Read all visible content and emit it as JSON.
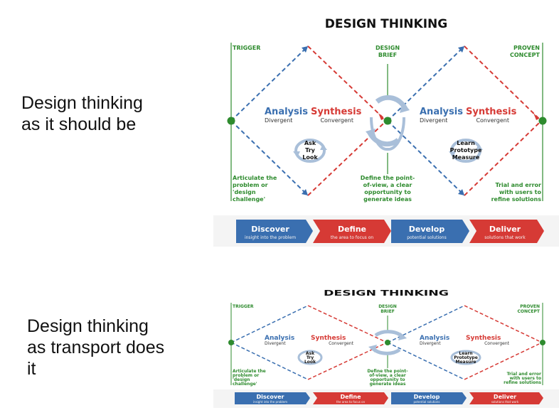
{
  "captions": {
    "top": [
      "Design thinking",
      "as it should be"
    ],
    "bottom": [
      "Design thinking",
      "as transport does",
      "it"
    ]
  },
  "diagram": {
    "title": "DESIGN THINKING",
    "trigger": "TRIGGER",
    "brief": [
      "DESIGN",
      "BRIEF"
    ],
    "proven": [
      "PROVEN",
      "CONCEPT"
    ],
    "analysis": "Analysis",
    "synthesis": "Synthesis",
    "divergent": "Divergent",
    "convergent": "Convergent",
    "cycle1": [
      "Ask",
      "Try",
      "Look"
    ],
    "cycle2": [
      "Learn",
      "Prototype",
      "Measure"
    ],
    "note_left": [
      "Articulate the",
      "problem or",
      "'design",
      "challenge'"
    ],
    "note_center": [
      "Define the point-",
      "of-view, a clear",
      "opportunity to",
      "generate ideas"
    ],
    "note_right": [
      "Trial and error",
      "with users to",
      "refine solutions"
    ],
    "phases": [
      {
        "label": "Discover",
        "sub": "insight into the problem"
      },
      {
        "label": "Define",
        "sub": "the area to focus on"
      },
      {
        "label": "Develop",
        "sub": "potential solutions"
      },
      {
        "label": "Deliver",
        "sub": "solutions that work"
      }
    ],
    "colors": {
      "blue": "#3a6fb0",
      "red": "#d63a35",
      "green": "#2e8b2e",
      "cycle": "#a9bfd9"
    }
  }
}
